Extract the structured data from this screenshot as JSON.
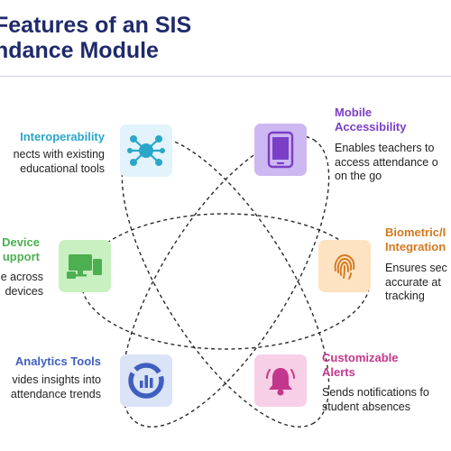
{
  "header": {
    "title_line1": "Features of an SIS",
    "title_line2": "ndance Module"
  },
  "features": {
    "interoperability": {
      "title": "Interoperability",
      "desc_line1": "nects with existing",
      "desc_line2": "educational tools",
      "color": "#2aa6c8",
      "tile_color": "#e3f3fb",
      "icon": "network-hub-icon"
    },
    "mobile": {
      "title_line1": "Mobile",
      "title_line2": "Accessibility",
      "desc_line1": "Enables teachers to",
      "desc_line2": "access attendance o",
      "desc_line3": "on the go",
      "color": "#7b3fc7",
      "tile_color": "#cdb8f2",
      "icon": "smartphone-icon"
    },
    "device": {
      "title_line1": "Device",
      "title_line2": "upport",
      "desc_line1": "e across",
      "desc_line2": "devices",
      "color": "#4caf50",
      "tile_color": "#c9f0c0",
      "icon": "devices-icon"
    },
    "biometric": {
      "title_line1": "Biometric/I",
      "title_line2": "Integration",
      "desc_line1": "Ensures sec",
      "desc_line2": "accurate at",
      "desc_line3": "tracking",
      "color": "#d4781f",
      "tile_color": "#fde3c2",
      "icon": "fingerprint-icon"
    },
    "analytics": {
      "title": "Analytics Tools",
      "desc_line1": "vides insights into",
      "desc_line2": "attendance trends",
      "color": "#3f5fbf",
      "tile_color": "#dbe3f7",
      "icon": "analytics-chart-icon"
    },
    "alerts": {
      "title_line1": "Customizable",
      "title_line2": "Alerts",
      "desc_line1": "Sends notifications fo",
      "desc_line2": "student absences",
      "color": "#c2378b",
      "tile_color": "#f7cfe6",
      "icon": "bell-icon"
    }
  }
}
